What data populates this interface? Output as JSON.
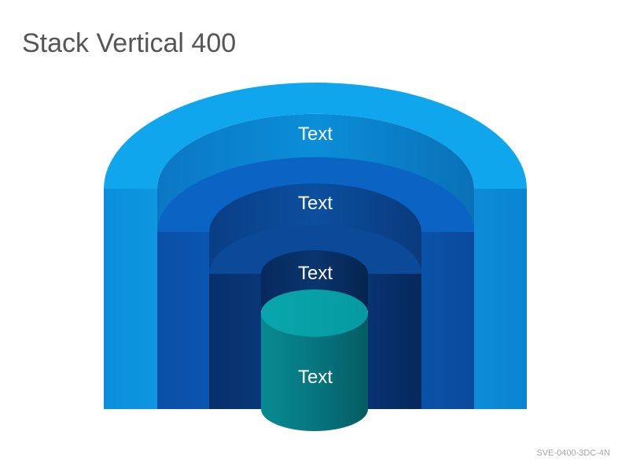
{
  "title": "Stack Vertical 400",
  "code": "SVE-0400-3DC-4N",
  "layers": [
    {
      "label": "Text",
      "color": "#0ea5e9"
    },
    {
      "label": "Text",
      "color": "#0b63c3"
    },
    {
      "label": "Text",
      "color": "#0a3e86"
    },
    {
      "label": "Text",
      "color": "#06a0a6"
    }
  ]
}
